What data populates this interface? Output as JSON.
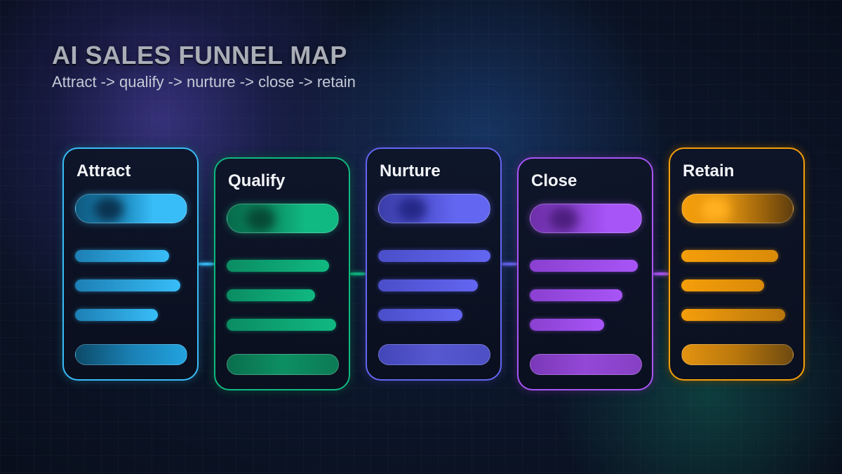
{
  "title": "AI SALES FUNNEL MAP",
  "subtitle": "Attract -> qualify -> nurture -> close -> retain",
  "stages": [
    {
      "label": "Attract",
      "color": "#38bdf8"
    },
    {
      "label": "Qualify",
      "color": "#10b981"
    },
    {
      "label": "Nurture",
      "color": "#6366f1"
    },
    {
      "label": "Close",
      "color": "#a855f7"
    },
    {
      "label": "Retain",
      "color": "#f59e0b"
    }
  ]
}
